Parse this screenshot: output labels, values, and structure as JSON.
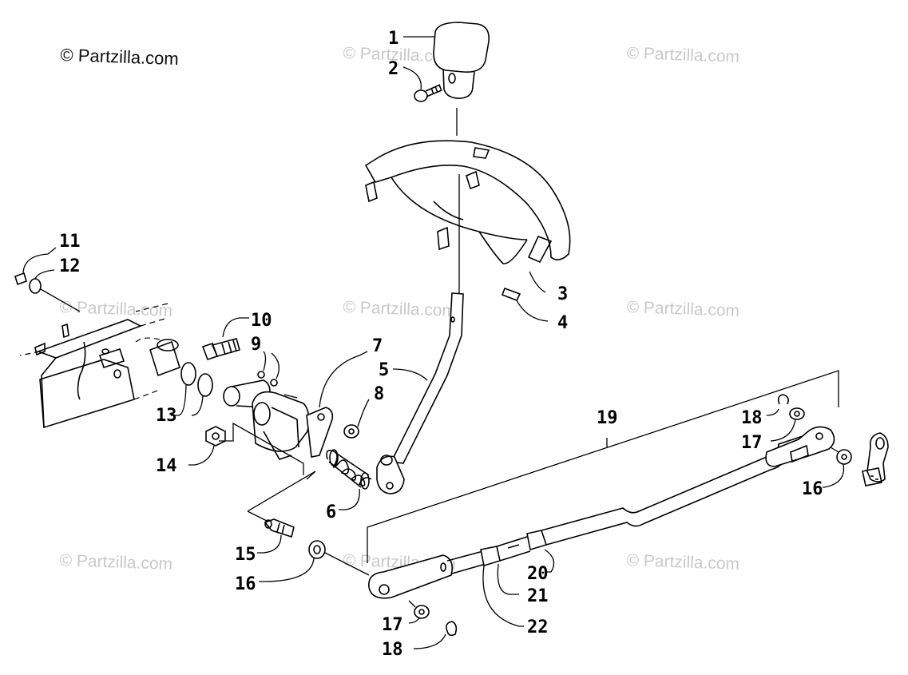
{
  "copyright": "© Partzilla.com",
  "watermark": "© Partzilla.com",
  "callouts": {
    "c1": "1",
    "c2": "2",
    "c3": "3",
    "c4": "4",
    "c5": "5",
    "c6": "6",
    "c7": "7",
    "c8": "8",
    "c9": "9",
    "c10": "10",
    "c11": "11",
    "c12": "12",
    "c13": "13",
    "c14": "14",
    "c15": "15",
    "c16a": "16",
    "c16b": "16",
    "c17a": "17",
    "c17b": "17",
    "c18a": "18",
    "c18b": "18",
    "c19": "19",
    "c20": "20",
    "c21": "21",
    "c22": "22"
  }
}
